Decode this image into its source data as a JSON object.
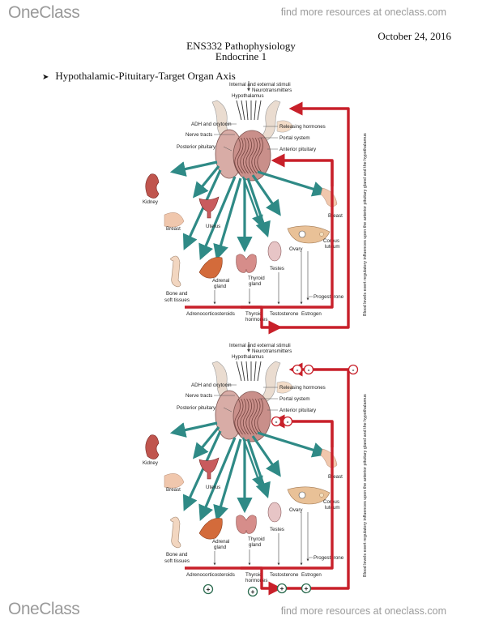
{
  "header": {
    "brand": "OneClass",
    "promo": "find more resources at oneclass.com"
  },
  "footer": {
    "brand": "OneClass",
    "promo": "find more resources at oneclass.com"
  },
  "doc": {
    "date": "October 24, 2016",
    "course": "ENS332 Pathophysiology",
    "topic": "Endocrine 1",
    "bullet": "Hypothalamic-Pituitary-Target Organ Axis"
  },
  "diagram": {
    "stimuli": "Internal and external stimuli",
    "neuro": "Neurotransmitters",
    "hypothalamus": "Hypothalamus",
    "adh": "ADH and oxytocin",
    "nerve": "Nerve tracts",
    "posterior": "Posterior pituitary",
    "releasing": "Releasing hormones",
    "portal": "Portal system",
    "anterior": "Anterior pituitary",
    "kidney": "Kidney",
    "breast": "Breast",
    "uterus": "Uterus",
    "corpus": "Corpus",
    "luteum": "luteum",
    "ovary": "Ovary",
    "testes": "Testes",
    "bone1": "Bone and",
    "bone2": "soft tissues",
    "adrenal1": "Adrenal",
    "adrenal2": "gland",
    "thyroid1": "Thyroid",
    "thyroid2": "gland",
    "progesterone": "Progesterone",
    "adreno": "Adrenocorticosteroids",
    "thyroidh1": "Thyroid",
    "thyroidh2": "hormones",
    "testosterone": "Testosterone",
    "estrogen": "Estrogen",
    "feedback": "Blood levels exert regulatory influences upon the anterior pituitary gland and the hypothalamus",
    "minus": "-",
    "plus": "+"
  },
  "colors": {
    "feedback": "#c8202a",
    "hormone_arrow": "#2f8a86",
    "gland": "#d8aca6",
    "pituitary_dark": "#7d5551",
    "brand": "#9a9a9a"
  }
}
